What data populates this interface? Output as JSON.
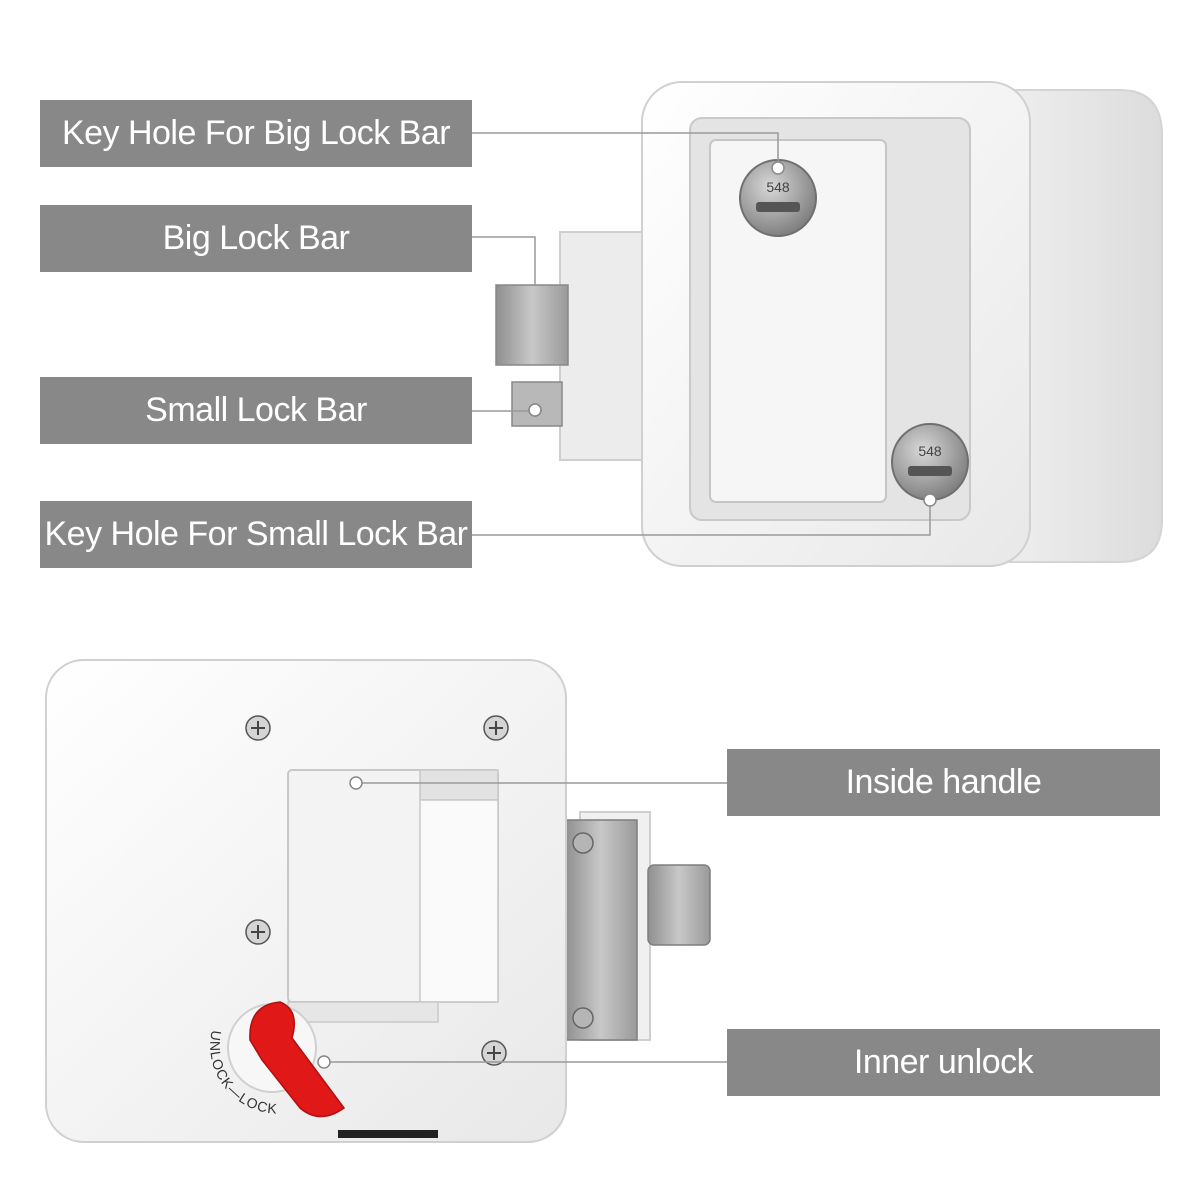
{
  "labels": {
    "key_hole_big": "Key Hole For Big Lock Bar",
    "big_lock_bar": "Big Lock Bar",
    "small_lock_bar": "Small Lock Bar",
    "key_hole_small": "Key Hole For Small Lock Bar",
    "inside_handle": "Inside handle",
    "inner_unlock": "Inner unlock"
  },
  "product": {
    "key_code_top": "548",
    "key_code_bottom": "548",
    "dial_text": "UNLOCK—LOCK"
  },
  "colors": {
    "label_bg": "#888888",
    "label_text": "#ffffff",
    "body_white": "#f4f4f4",
    "metal": "#a9a9a9",
    "red_lever": "#e01818"
  }
}
